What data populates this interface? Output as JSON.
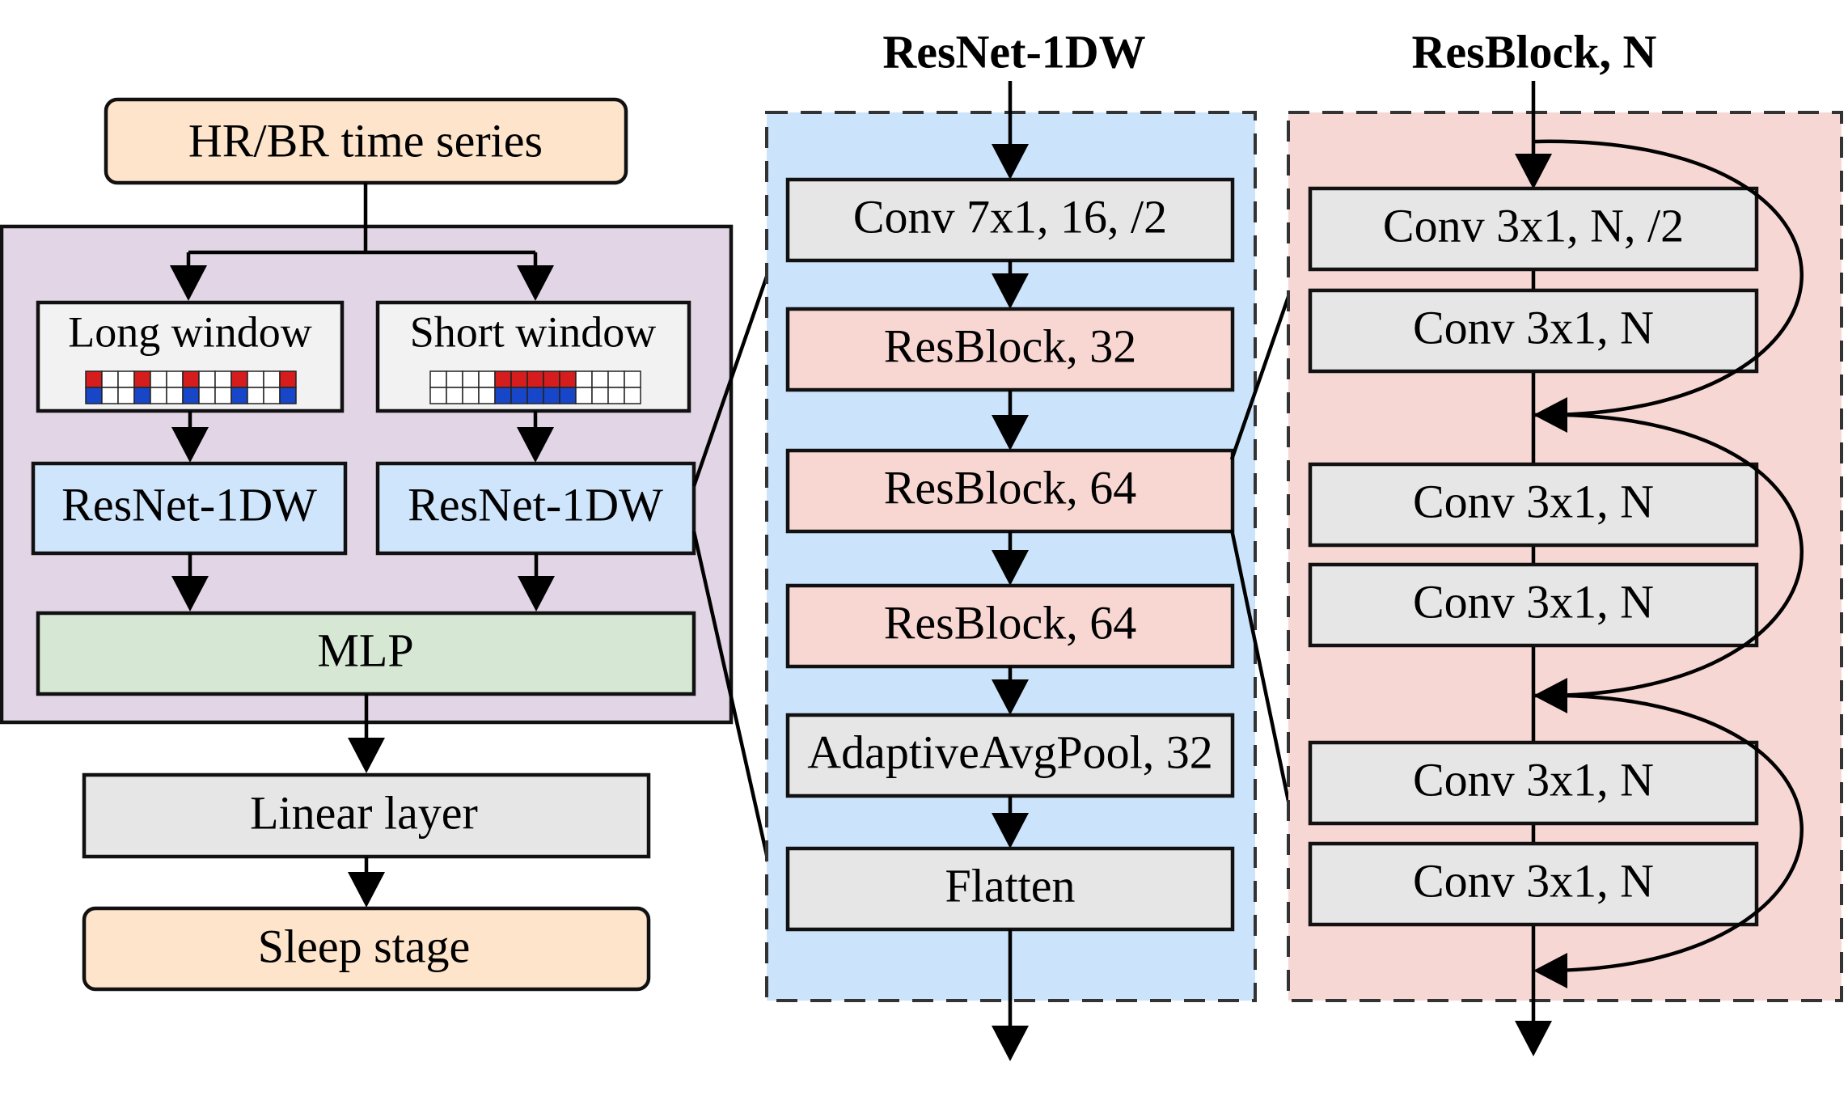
{
  "colors": {
    "input_fill": "#fde4cb",
    "container_fill": "#e2d5e6",
    "window_fill": "#f2f2f2",
    "resnet_fill": "#cfe5fb",
    "mlp_fill": "#d6e7d4",
    "gray_fill": "#e6e6e6",
    "resnet_bg": "#cbe3fb",
    "resblock_bg": "#f7d7d4",
    "resblock_box": "#f8d7d3",
    "cell_red": "#d51d1d",
    "cell_blue": "#1746c8"
  },
  "left": {
    "input": "HR/BR time series",
    "long_window": "Long window",
    "short_window": "Short window",
    "resnet_left": "ResNet-1DW",
    "resnet_right": "ResNet-1DW",
    "mlp": "MLP",
    "linear": "Linear layer",
    "output": "Sleep stage"
  },
  "resnet": {
    "title": "ResNet-1DW",
    "layers": [
      "Conv 7x1, 16, /2",
      "ResBlock, 32",
      "ResBlock, 64",
      "ResBlock, 64",
      "AdaptiveAvgPool, 32",
      "Flatten"
    ]
  },
  "resblock": {
    "title": "ResBlock, N",
    "layers": [
      "Conv 3x1, N, /2",
      "Conv 3x1, N",
      "Conv 3x1, N",
      "Conv 3x1, N",
      "Conv 3x1, N",
      "Conv 3x1, N"
    ]
  }
}
